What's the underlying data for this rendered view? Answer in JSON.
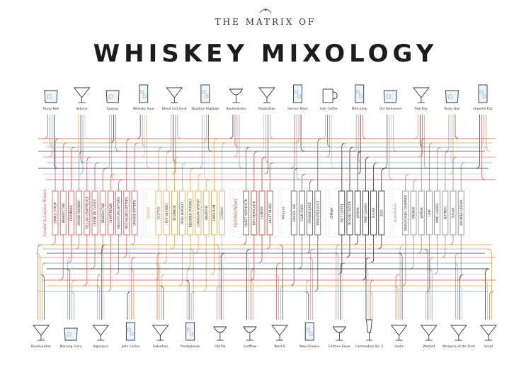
{
  "header": {
    "kicker": "THE MATRIX OF",
    "title": "WHISKEY MIXOLOGY"
  },
  "top_cocktails": [
    {
      "name": "Rusty Nail",
      "glass": "rocks"
    },
    {
      "name": "Sidecar",
      "glass": "martini"
    },
    {
      "name": "Sazerac",
      "glass": "rocks"
    },
    {
      "name": "Whiskey Sour",
      "glass": "highball"
    },
    {
      "name": "Blood and Sand",
      "glass": "martini"
    },
    {
      "name": "Bourbon Highball",
      "glass": "highball"
    },
    {
      "name": "Boulevardier",
      "glass": "coupe"
    },
    {
      "name": "Manhattan",
      "glass": "martini"
    },
    {
      "name": "Horse's Neck",
      "glass": "highball"
    },
    {
      "name": "Irish Coffee",
      "glass": "mug"
    },
    {
      "name": "Mint Julep",
      "glass": "highball"
    },
    {
      "name": "Old Fashioned",
      "glass": "rocks"
    },
    {
      "name": "Rob Roy",
      "glass": "martini"
    },
    {
      "name": "Rusty Nail",
      "glass": "rocks"
    },
    {
      "name": "Imperial Fizz",
      "glass": "highball"
    }
  ],
  "bottom_cocktails": [
    {
      "name": "Boulevardier",
      "glass": "martini"
    },
    {
      "name": "Morning Glory",
      "glass": "rocks"
    },
    {
      "name": "Algonquin",
      "glass": "martini"
    },
    {
      "name": "John Collins",
      "glass": "highball"
    },
    {
      "name": "Suburban",
      "glass": "martini"
    },
    {
      "name": "Presbyterian",
      "glass": "highball"
    },
    {
      "name": "Old Pal",
      "glass": "coupe"
    },
    {
      "name": "Scofflaw",
      "glass": "coupe"
    },
    {
      "name": "Ward 8",
      "glass": "martini"
    },
    {
      "name": "New Orleans",
      "glass": "highball"
    },
    {
      "name": "Earthen Blues",
      "glass": "coupe"
    },
    {
      "name": "Commodore No. 2",
      "glass": "flute"
    },
    {
      "name": "Greta",
      "glass": "martini"
    },
    {
      "name": "Waldorf",
      "glass": "martini"
    },
    {
      "name": "Whispers of the Frost",
      "glass": "martini"
    },
    {
      "name": "Scout",
      "glass": "martini"
    }
  ],
  "ingredient_groups": [
    {
      "label": "Cordial & Liqueur Bitters",
      "color": "#d9534f",
      "items": [
        "SIMPLE SYRUP",
        "BENEDICTINE",
        "DRAMBUIE",
        "GRAND MARNIER",
        "YELLOW CHARTREUSE",
        "CREME DE CASSIS",
        "BENEDICTINE",
        "CHARTREUSE",
        "ANGOSTURA BITTERS",
        "PEYCHAUD'S BITTERS",
        "ORANGE BITTERS"
      ]
    },
    {
      "label": "Spirits",
      "color": "#e8a23a",
      "items": [
        "SCOTCH",
        "RYE WHISKEY",
        "BOURBON",
        "IRISH WHISKEY",
        "BLENDED WHISKEY",
        "CANADIAN WHISKY",
        "ABSINTHE",
        "DARK RUM",
        "COGNAC"
      ]
    },
    {
      "label": "Fortified Wines",
      "color": "#c0392b",
      "items": [
        "SWEET VERMOUTH",
        "DRY VERMOUTH",
        "CAMPARI",
        "LILLET BLANC"
      ]
    },
    {
      "label": "Mixers",
      "color": "#555555",
      "items": [
        "GINGER ALE",
        "CLUB SODA",
        "ORANGE JUICE",
        "PINEAPPLE JUICE"
      ]
    },
    {
      "label": "Other",
      "color": "#222222",
      "items": [
        "HOT COFFEE",
        "BOILING WATER",
        "LEMON",
        "MINT LEAVES",
        "SUGAR",
        "EGG"
      ]
    },
    {
      "label": "Garnishes",
      "color": "#888888",
      "items": [
        "MARASCHINO CHERRIES",
        "ORANGE",
        "LEMON",
        "LIME",
        "MINT LEAVES",
        "NUTMEG",
        "SUGAR",
        "WHIPPED CREAM"
      ]
    }
  ],
  "line_palette": [
    "#e05a4f",
    "#e8a23a",
    "#9aa8b8",
    "#555555",
    "#d98b8b",
    "#7fa7c9",
    "#333333",
    "#c9c9c9"
  ]
}
